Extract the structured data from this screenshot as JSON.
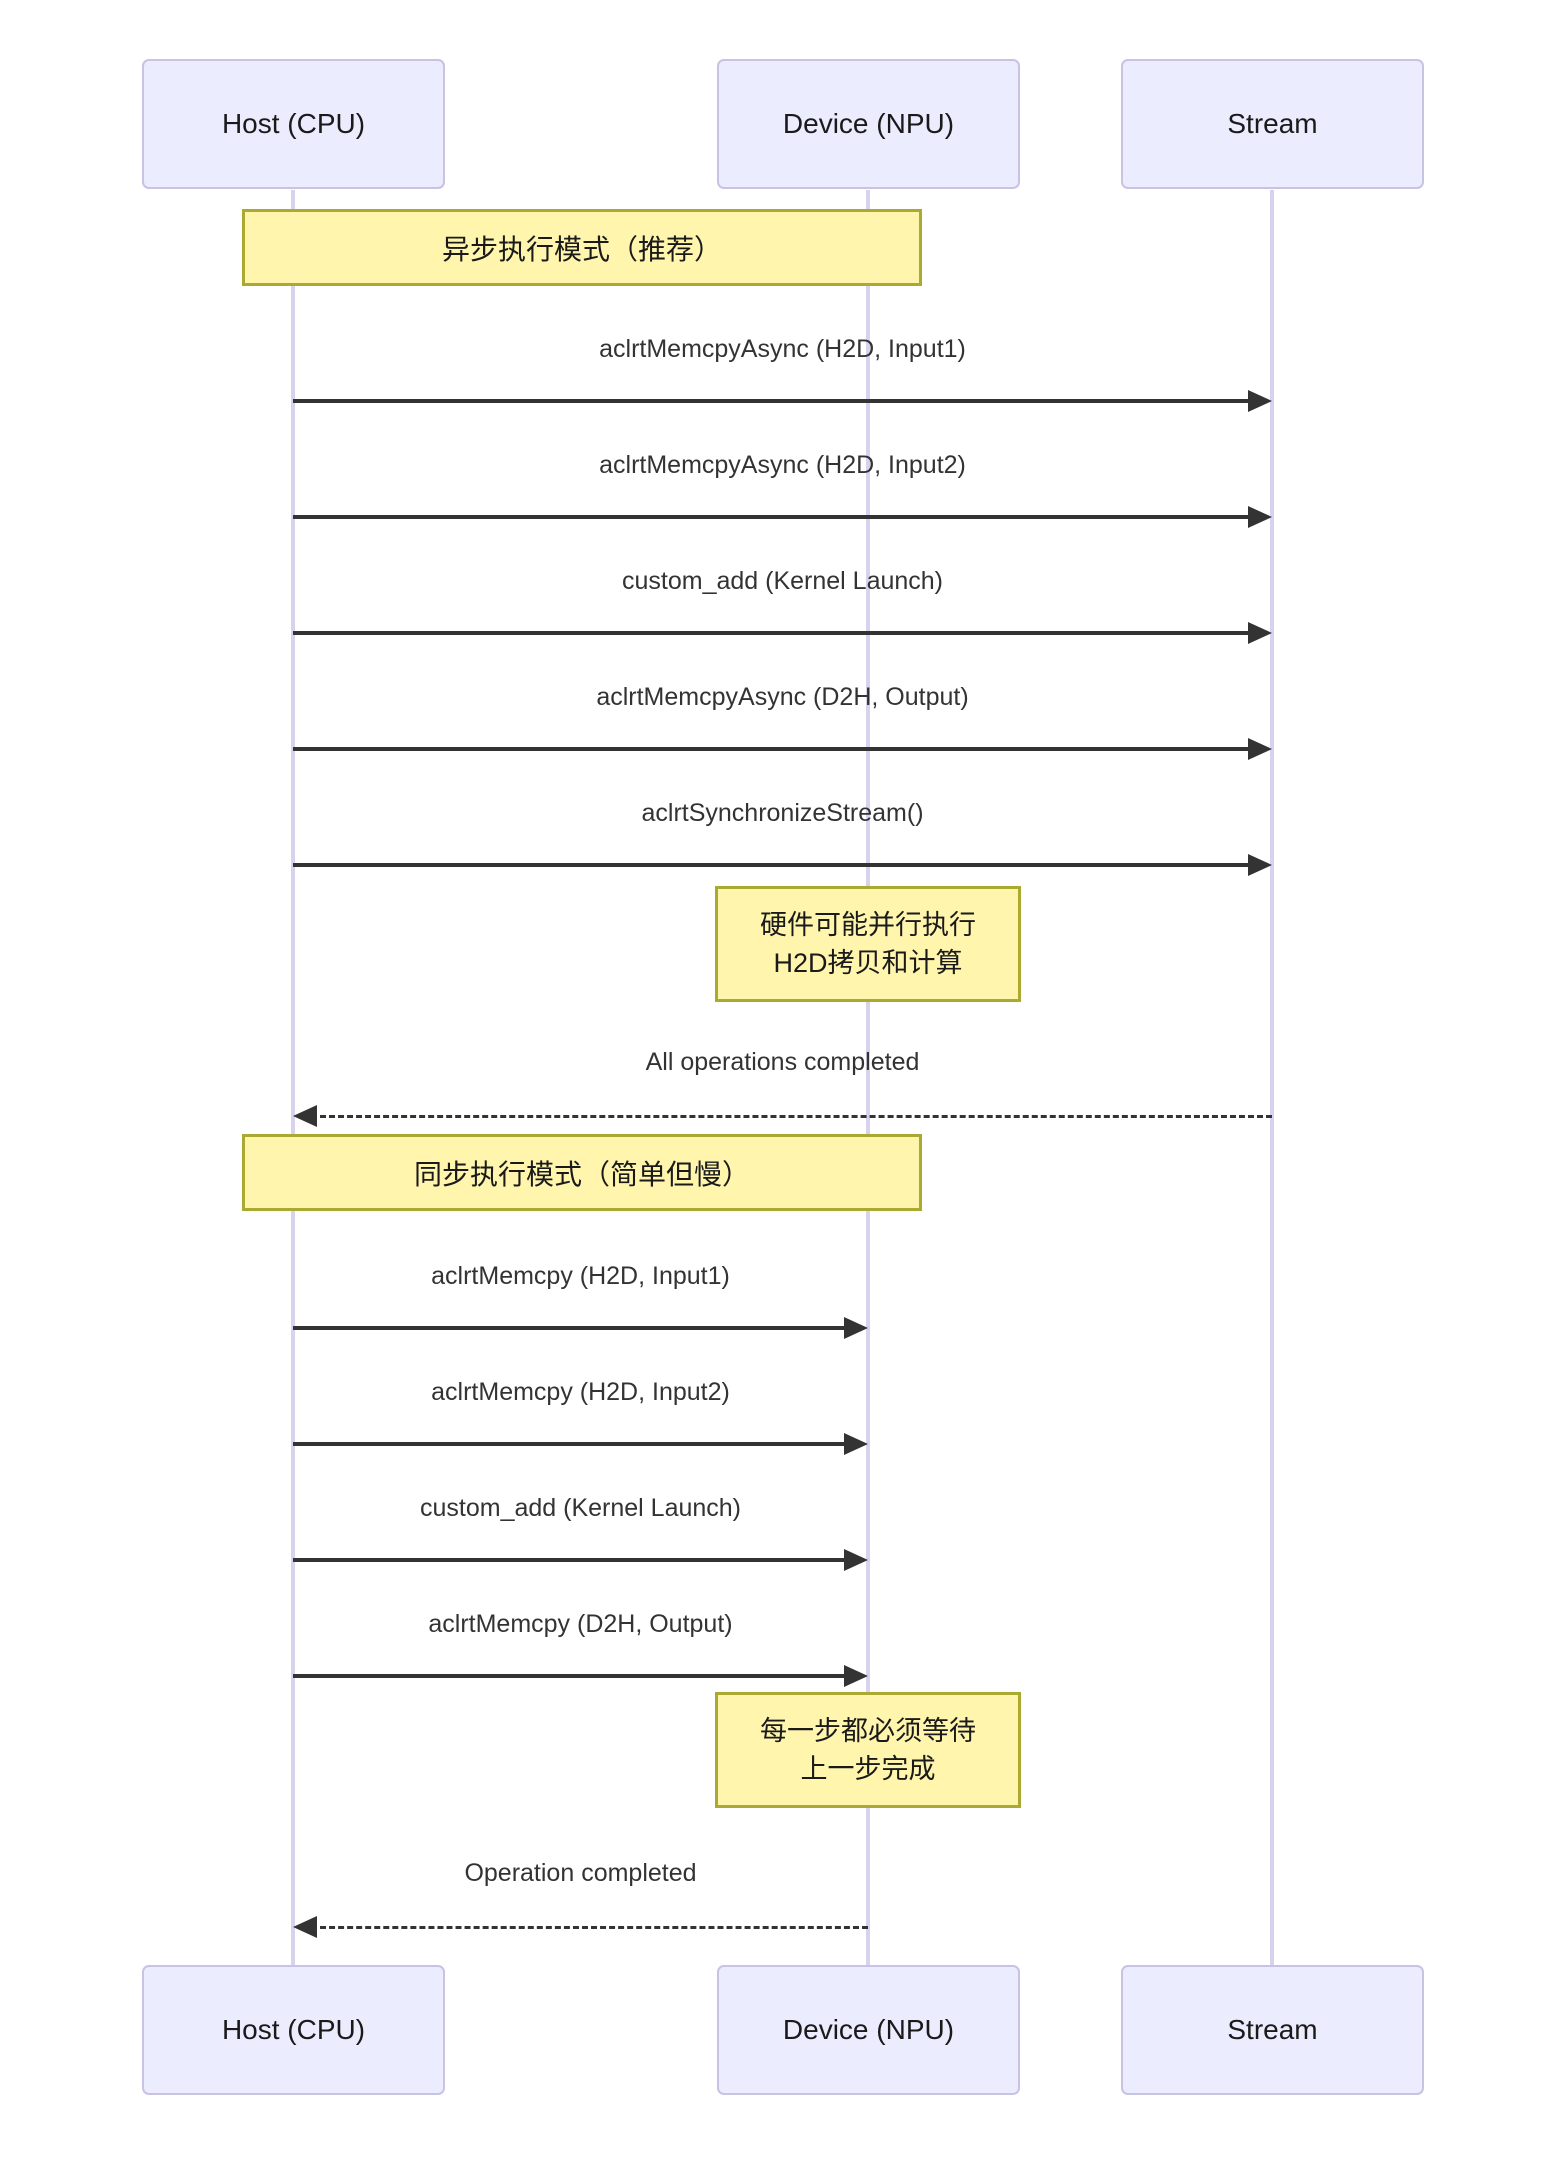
{
  "participants": [
    {
      "id": "host",
      "label": "Host (CPU)"
    },
    {
      "id": "device",
      "label": "Device (NPU)"
    },
    {
      "id": "stream",
      "label": "Stream"
    }
  ],
  "sections": [
    {
      "header": "异步执行模式（推荐）",
      "messages": [
        {
          "label": "aclrtMemcpyAsync (H2D, Input1)",
          "from": "Host (CPU)",
          "to": "Stream",
          "type": "solid"
        },
        {
          "label": "aclrtMemcpyAsync (H2D, Input2)",
          "from": "Host (CPU)",
          "to": "Stream",
          "type": "solid"
        },
        {
          "label": "custom_add (Kernel Launch)",
          "from": "Host (CPU)",
          "to": "Stream",
          "type": "solid"
        },
        {
          "label": "aclrtMemcpyAsync (D2H, Output)",
          "from": "Host (CPU)",
          "to": "Stream",
          "type": "solid"
        },
        {
          "label": "aclrtSynchronizeStream()",
          "from": "Host (CPU)",
          "to": "Stream",
          "type": "solid"
        }
      ],
      "note": {
        "over": "Device (NPU)",
        "lines": [
          "硬件可能并行执行",
          "H2D拷贝和计算"
        ]
      },
      "return": {
        "label": "All operations completed",
        "from": "Stream",
        "to": "Host (CPU)",
        "type": "dashed"
      }
    },
    {
      "header": "同步执行模式（简单但慢）",
      "messages": [
        {
          "label": "aclrtMemcpy (H2D, Input1)",
          "from": "Host (CPU)",
          "to": "Device (NPU)",
          "type": "solid"
        },
        {
          "label": "aclrtMemcpy (H2D, Input2)",
          "from": "Host (CPU)",
          "to": "Device (NPU)",
          "type": "solid"
        },
        {
          "label": "custom_add (Kernel Launch)",
          "from": "Host (CPU)",
          "to": "Device (NPU)",
          "type": "solid"
        },
        {
          "label": "aclrtMemcpy (D2H, Output)",
          "from": "Host (CPU)",
          "to": "Device (NPU)",
          "type": "solid"
        }
      ],
      "note": {
        "over": "Device (NPU)",
        "lines": [
          "每一步都必须等待",
          "上一步完成"
        ]
      },
      "return": {
        "label": "Operation completed",
        "from": "Device (NPU)",
        "to": "Host (CPU)",
        "type": "dashed"
      }
    }
  ],
  "colors": {
    "actor_fill": "#ECECFF",
    "actor_border": "#C8C2E4",
    "note_fill": "#FFF5AD",
    "note_border": "#AAAA33",
    "lifeline": "#D9D2EE",
    "arrow": "#333333",
    "message_text": "#333333",
    "background": "#FFFFFF"
  }
}
